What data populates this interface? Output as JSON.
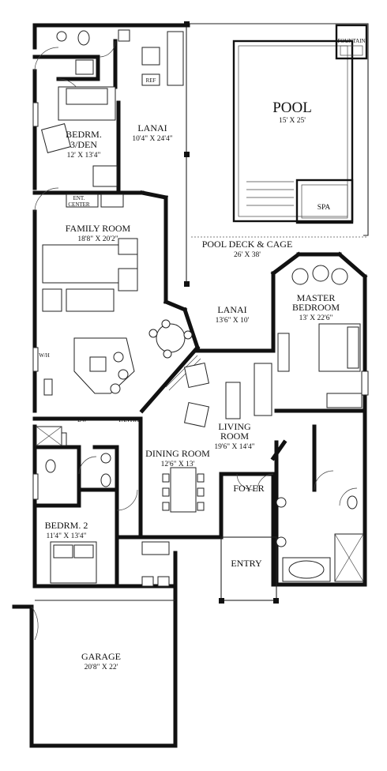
{
  "rooms": {
    "pool": {
      "name": "POOL",
      "dims": "15' X 25'"
    },
    "spa": {
      "name": "SPA"
    },
    "fountain": {
      "name": "FOUNTAIN"
    },
    "bedroom3": {
      "name_line1": "BEDRM.",
      "name_line2": "3/DEN",
      "dims": "12' X 13'4\""
    },
    "lanai_top": {
      "name": "LANAI",
      "dims": "10'4\" X 24'4\""
    },
    "ent_center": {
      "name_line1": "ENT.",
      "name_line2": "CENTER"
    },
    "family_room": {
      "name": "FAMILY ROOM",
      "dims": "18'8\" X 20'2\""
    },
    "pool_deck": {
      "name": "POOL DECK & CAGE",
      "dims": "26' X 38'"
    },
    "master_bedroom": {
      "name_line1": "MASTER",
      "name_line2": "BEDROOM",
      "dims": "13' X 22'6\""
    },
    "lanai_mid": {
      "name": "LANAI",
      "dims": "13'6\" X 10'"
    },
    "living_room": {
      "name_line1": "LIVING",
      "name_line2": "ROOM",
      "dims": "19'6\" X 14'4\""
    },
    "dining_room": {
      "name": "DINING ROOM",
      "dims": "12'6\" X 13'"
    },
    "foyer": {
      "name": "FOYER"
    },
    "entry": {
      "name": "ENTRY"
    },
    "bedroom2": {
      "name": "BEDRM. 2",
      "dims": "11'4\" X 13'4\""
    },
    "garage": {
      "name": "GARAGE",
      "dims": "20'8\" X 22'"
    }
  },
  "fixtures": {
    "ref": "REF",
    "pantry": "PANTRY",
    "dw": "DW",
    "wh": "W/H"
  }
}
